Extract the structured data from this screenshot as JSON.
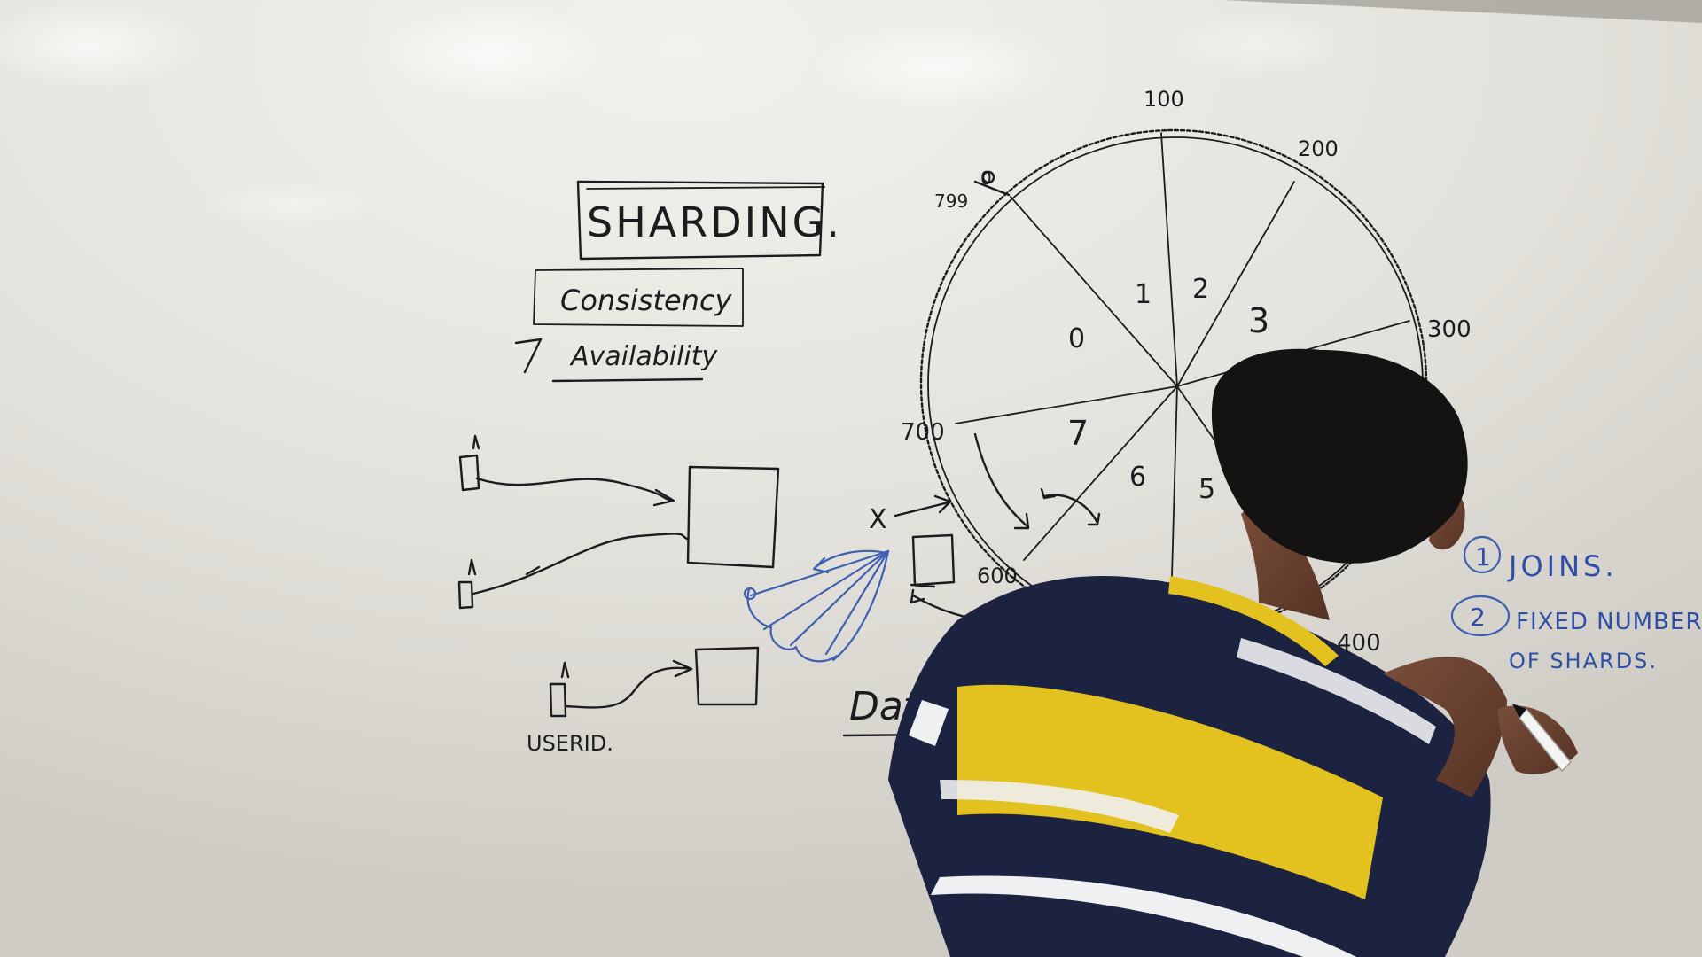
{
  "board": {
    "title": "SHARDING.",
    "concept_1": "Consistency",
    "concept_2": "Availability",
    "user_label": "USERID.",
    "cut_off_label": "Data"
  },
  "ring": {
    "hash_labels": [
      "0",
      "799",
      "100",
      "200",
      "300",
      "400",
      "600",
      "700"
    ],
    "shard_labels": [
      "0",
      "1",
      "2",
      "3",
      "5",
      "6",
      "7"
    ],
    "request_label": "X"
  },
  "notes": {
    "item_1_number": "1",
    "item_1": "JOINS.",
    "item_2_number": "2",
    "item_2_line_1": "FIXED NUMBER",
    "item_2_line_2": "OF SHARDS."
  },
  "colors": {
    "whiteboard": "#e6e4de",
    "marker_black": "#1c1c1e",
    "marker_blue": "#3f5fb0",
    "shirt_navy": "#1b2340",
    "shirt_yellow": "#e3c21f",
    "hair": "#151312",
    "skin": "#6b4432"
  }
}
